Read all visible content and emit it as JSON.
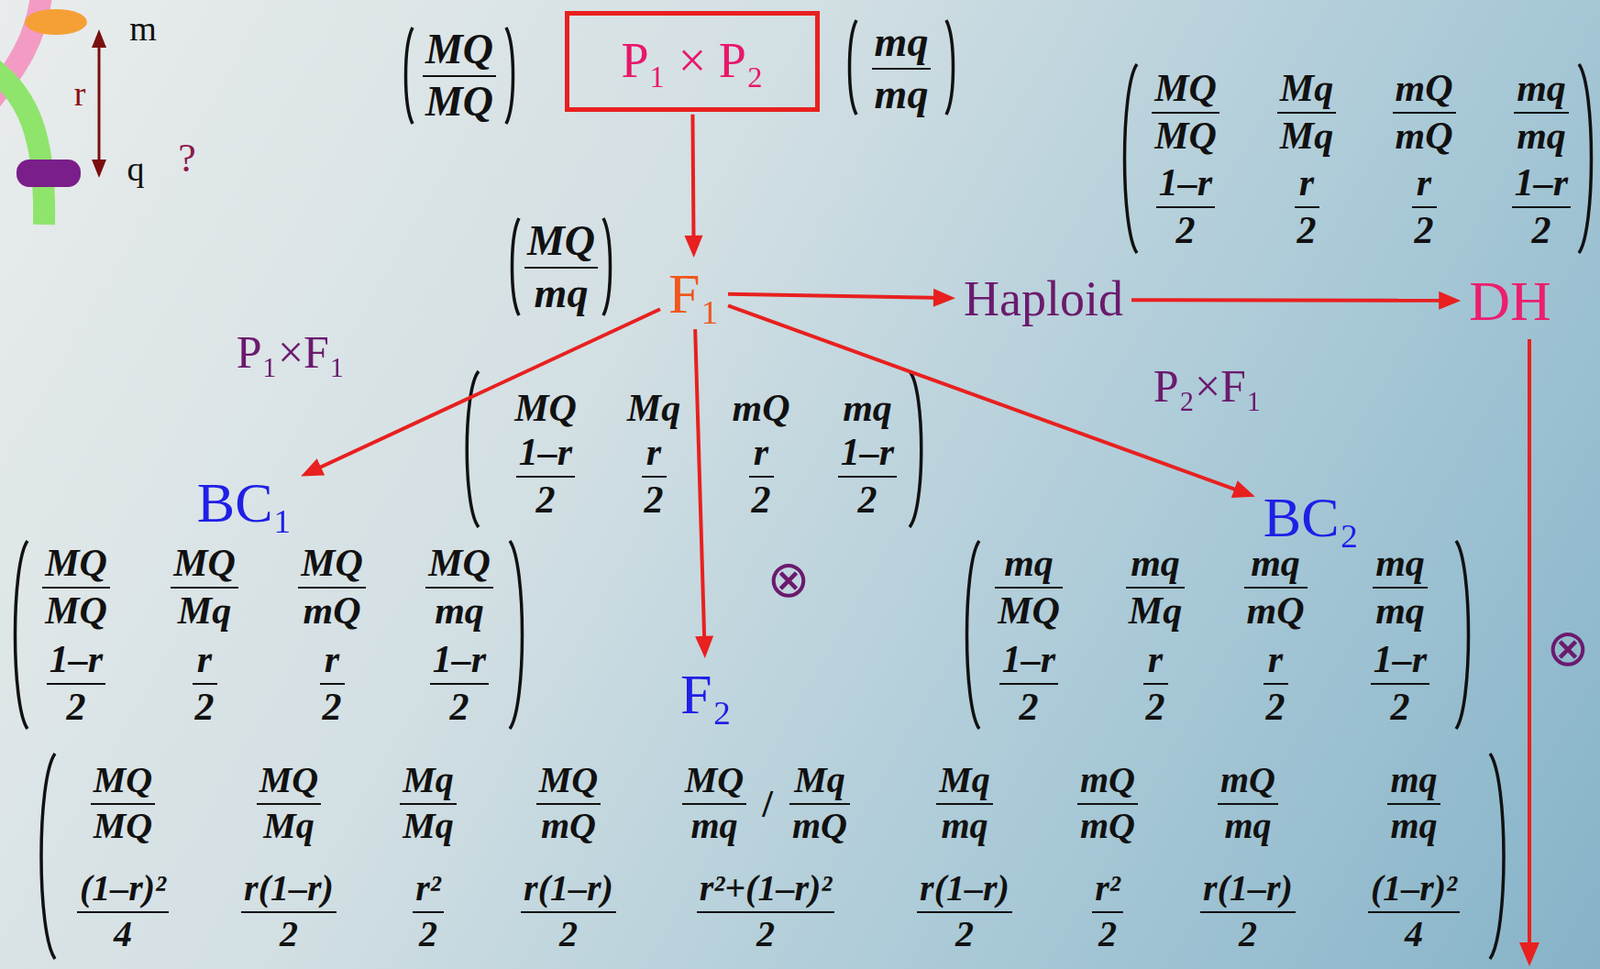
{
  "diagram": {
    "nodes": [
      {
        "text": [
          "P₁ × P₂"
        ]
      },
      {
        "text": [
          "F₁"
        ]
      },
      {
        "text": [
          "Haploid"
        ]
      },
      {
        "text": [
          "DH"
        ]
      },
      {
        "text": [
          "BC₁"
        ]
      },
      {
        "text": [
          "BC₂"
        ]
      },
      {
        "text": [
          "F₂"
        ]
      }
    ],
    "edges": [
      {
        "from": 0,
        "to": 1,
        "arrow": "to"
      },
      {
        "from": 1,
        "to": 4,
        "label": "P₁×F₁",
        "arrow": "to"
      },
      {
        "from": 1,
        "to": 6,
        "arrow": "to"
      },
      {
        "from": 1,
        "to": 5,
        "label": "P₂×F₁",
        "arrow": "to"
      },
      {
        "from": 1,
        "to": 2,
        "arrow": "to"
      },
      {
        "from": 2,
        "to": 3,
        "arrow": "to"
      }
    ],
    "labels": [
      "m",
      "r",
      "q",
      "?",
      "MQ",
      "MQ",
      "mq",
      "mq",
      "MQ",
      "MQ",
      "Mq",
      "Mq",
      "mQ",
      "mQ",
      "mq",
      "mq",
      "1–r",
      "2",
      "r",
      "2",
      "r",
      "2",
      "1–r",
      "2",
      "MQ",
      "mq",
      "MQ",
      "Mq",
      "mQ",
      "mq",
      "1–r",
      "2",
      "r",
      "2",
      "r",
      "2",
      "1–r",
      "2",
      "⊗",
      "MQ",
      "MQ",
      "MQ",
      "Mq",
      "MQ",
      "mQ",
      "MQ",
      "mq",
      "1–r",
      "2",
      "r",
      "2",
      "r",
      "2",
      "1–r",
      "2",
      "mq",
      "MQ",
      "mq",
      "Mq",
      "mq",
      "mQ",
      "mq",
      "mq",
      "1–r",
      "2",
      "r",
      "2",
      "r",
      "2",
      "1–r",
      "2",
      "⊗",
      "MQ",
      "MQ",
      "MQ",
      "Mq",
      "Mq",
      "Mq",
      "MQ",
      "mQ",
      "MQ",
      "mq",
      "/",
      "Mq",
      "mQ",
      "Mq",
      "mq",
      "mQ",
      "mQ",
      "mQ",
      "mq",
      "mq",
      "mq",
      "(1–r)²",
      "4",
      "r(1–r)",
      "2",
      "r²",
      "2",
      "r(1–r)",
      "2",
      "r²+(1–r)²",
      "2",
      "r(1–r)",
      "2",
      "r²",
      "2",
      "r(1–r)",
      "2",
      "(1–r)²",
      "4"
    ]
  }
}
